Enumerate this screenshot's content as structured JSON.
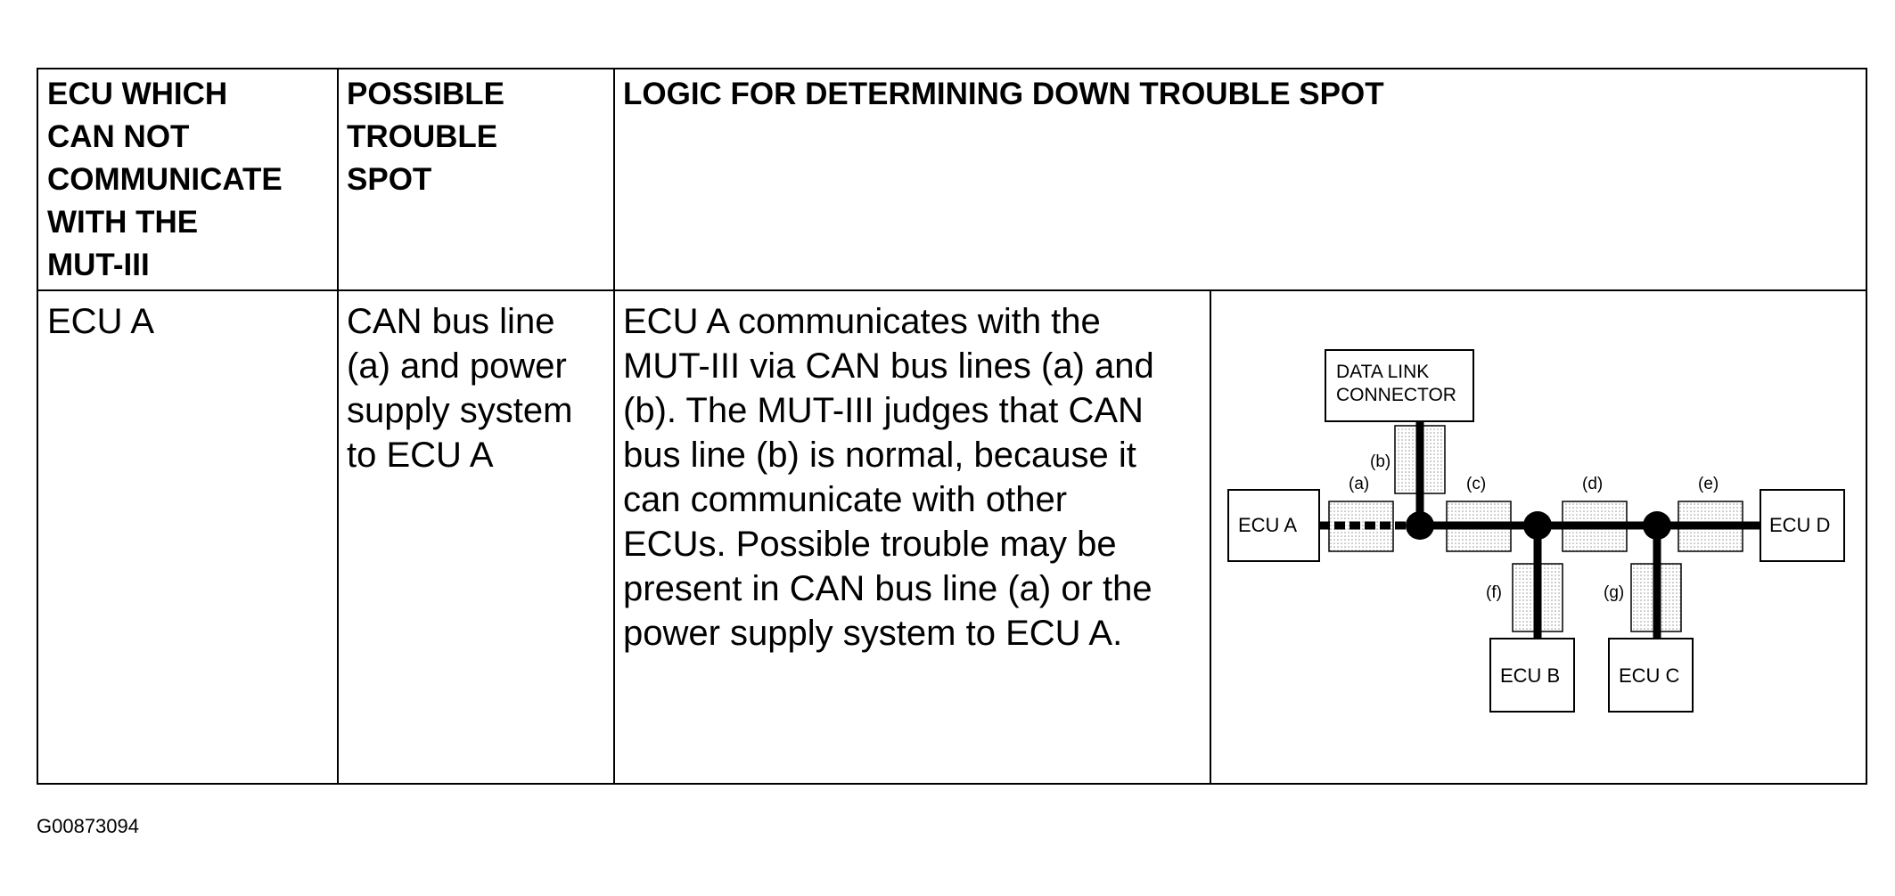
{
  "table": {
    "headers": {
      "col1": [
        "ECU WHICH",
        "CAN NOT",
        "COMMUNICATE",
        "WITH THE",
        "MUT-III"
      ],
      "col2": [
        "POSSIBLE",
        "TROUBLE",
        "SPOT"
      ],
      "col3": "LOGIC FOR DETERMINING DOWN TROUBLE SPOT"
    },
    "row": {
      "ecu": "ECU A",
      "trouble_spot": [
        "CAN bus line",
        "(a) and power",
        "supply system",
        "to ECU A"
      ],
      "logic": [
        "ECU A communicates with the",
        "MUT-III via CAN bus lines (a) and",
        "(b). The MUT-III judges that CAN",
        "bus line (b) is normal, because it",
        "can communicate with other",
        "ECUs. Possible trouble may be",
        "present in CAN bus line (a) or the",
        "power supply system to ECU A."
      ]
    }
  },
  "diagram": {
    "connector_label": [
      "DATA LINK",
      "CONNECTOR"
    ],
    "ecu_labels": {
      "a": "ECU A",
      "b": "ECU B",
      "c": "ECU C",
      "d": "ECU D"
    },
    "line_labels": {
      "a": "(a)",
      "b": "(b)",
      "c": "(c)",
      "d": "(d)",
      "e": "(e)",
      "f": "(f)",
      "g": "(g)"
    }
  },
  "figure_code": "G00873094"
}
